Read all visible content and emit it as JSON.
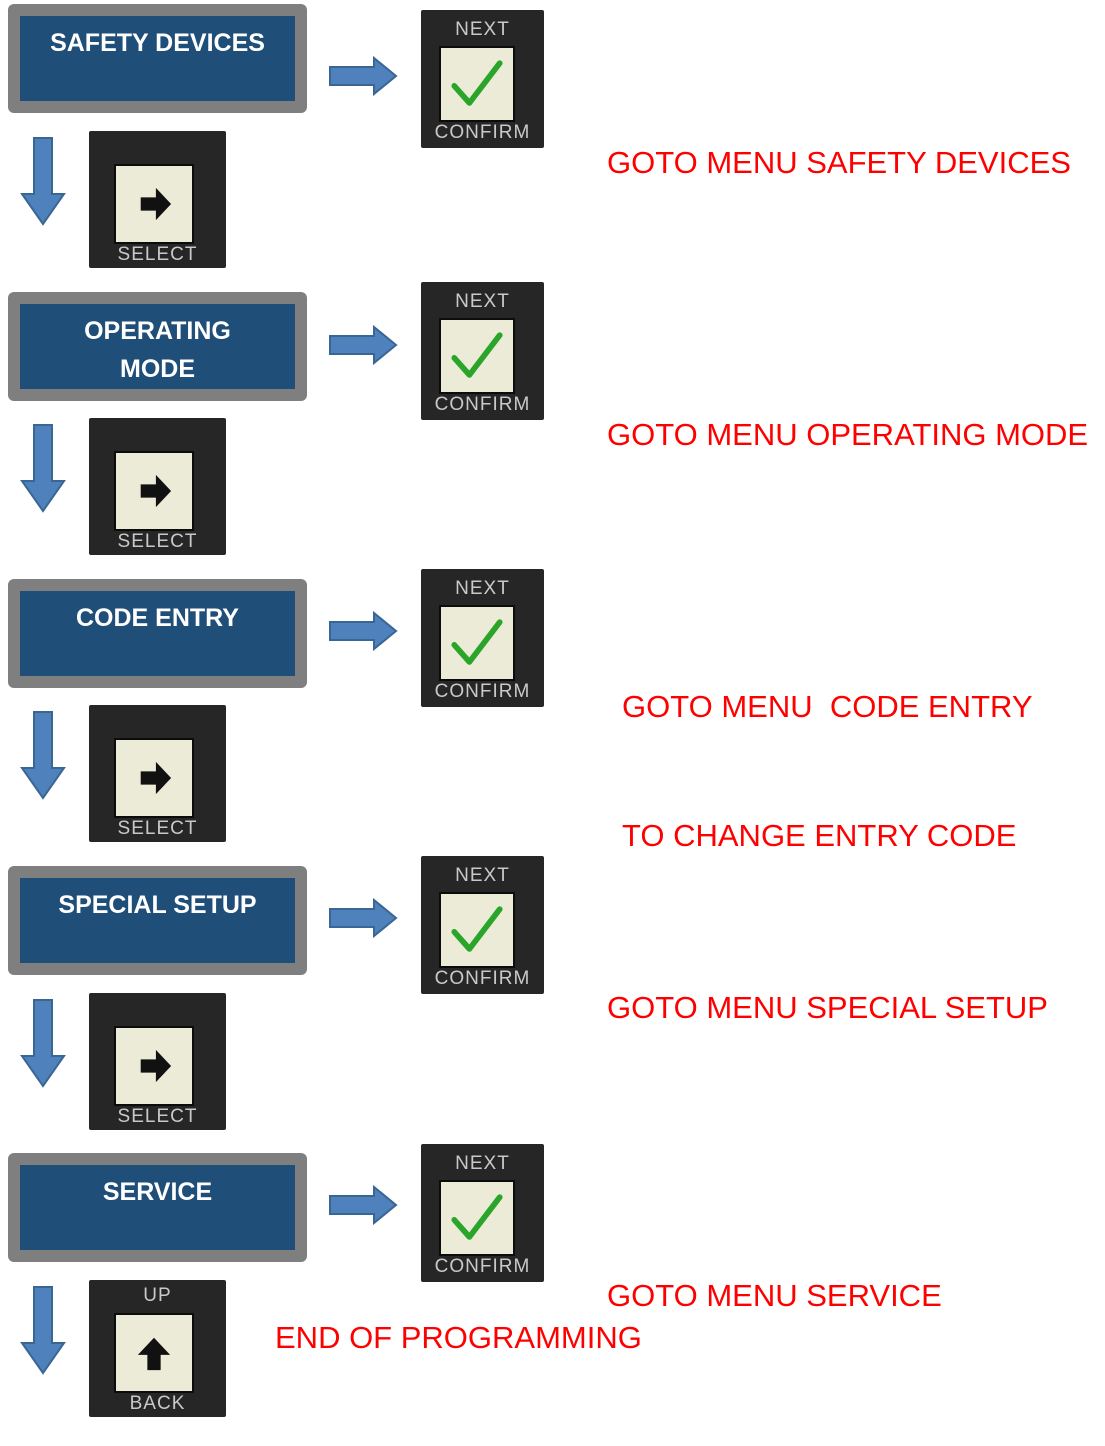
{
  "steps": [
    {
      "menu_line1": "SAFETY DEVICES",
      "menu_line2": "",
      "note_line1": "GOTO MENU SAFETY DEVICES",
      "note_line2": ""
    },
    {
      "menu_line1": "OPERATING",
      "menu_line2": "MODE",
      "note_line1": "GOTO MENU OPERATING MODE",
      "note_line2": ""
    },
    {
      "menu_line1": "CODE ENTRY",
      "menu_line2": "",
      "note_line1": "GOTO MENU  CODE ENTRY",
      "note_line2": "TO CHANGE ENTRY CODE"
    },
    {
      "menu_line1": "SPECIAL SETUP",
      "menu_line2": "",
      "note_line1": "GOTO MENU SPECIAL SETUP",
      "note_line2": ""
    },
    {
      "menu_line1": "SERVICE",
      "menu_line2": "",
      "note_line1": "GOTO MENU SERVICE",
      "note_line2": ""
    }
  ],
  "confirm_key": {
    "top": "NEXT",
    "bottom": "CONFIRM",
    "icon": "checkmark-icon"
  },
  "select_key": {
    "top": "",
    "bottom": "SELECT",
    "icon": "arrow-right-icon"
  },
  "back_key": {
    "top": "UP",
    "bottom": "BACK",
    "icon": "arrow-up-icon"
  },
  "end_note": "END OF PROGRAMMING",
  "colors": {
    "menu_fill": "#1f4e79",
    "menu_frame": "#7f7f7f",
    "arrow": "#4f81bd",
    "annotation": "#ff0000",
    "check": "#2aa52a"
  }
}
